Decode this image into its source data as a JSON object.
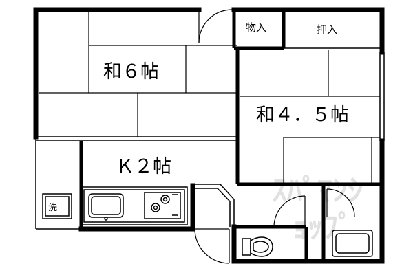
{
  "rooms": {
    "washitsu_6": "和６帖",
    "washitsu_45": "和４．５帖",
    "kitchen": "Ｋ２帖",
    "monoire": "物入",
    "oshiire": "押入"
  },
  "fixtures": {
    "washer_label": "洗"
  },
  "watermark": {
    "line1": "ｽﾊﾟﾏﾝｼ",
    "line2": "ｮｯﾌﾟ"
  },
  "colors": {
    "wall": "#000000",
    "fill": "#ffffff",
    "watermark": "#d9d9d9"
  }
}
